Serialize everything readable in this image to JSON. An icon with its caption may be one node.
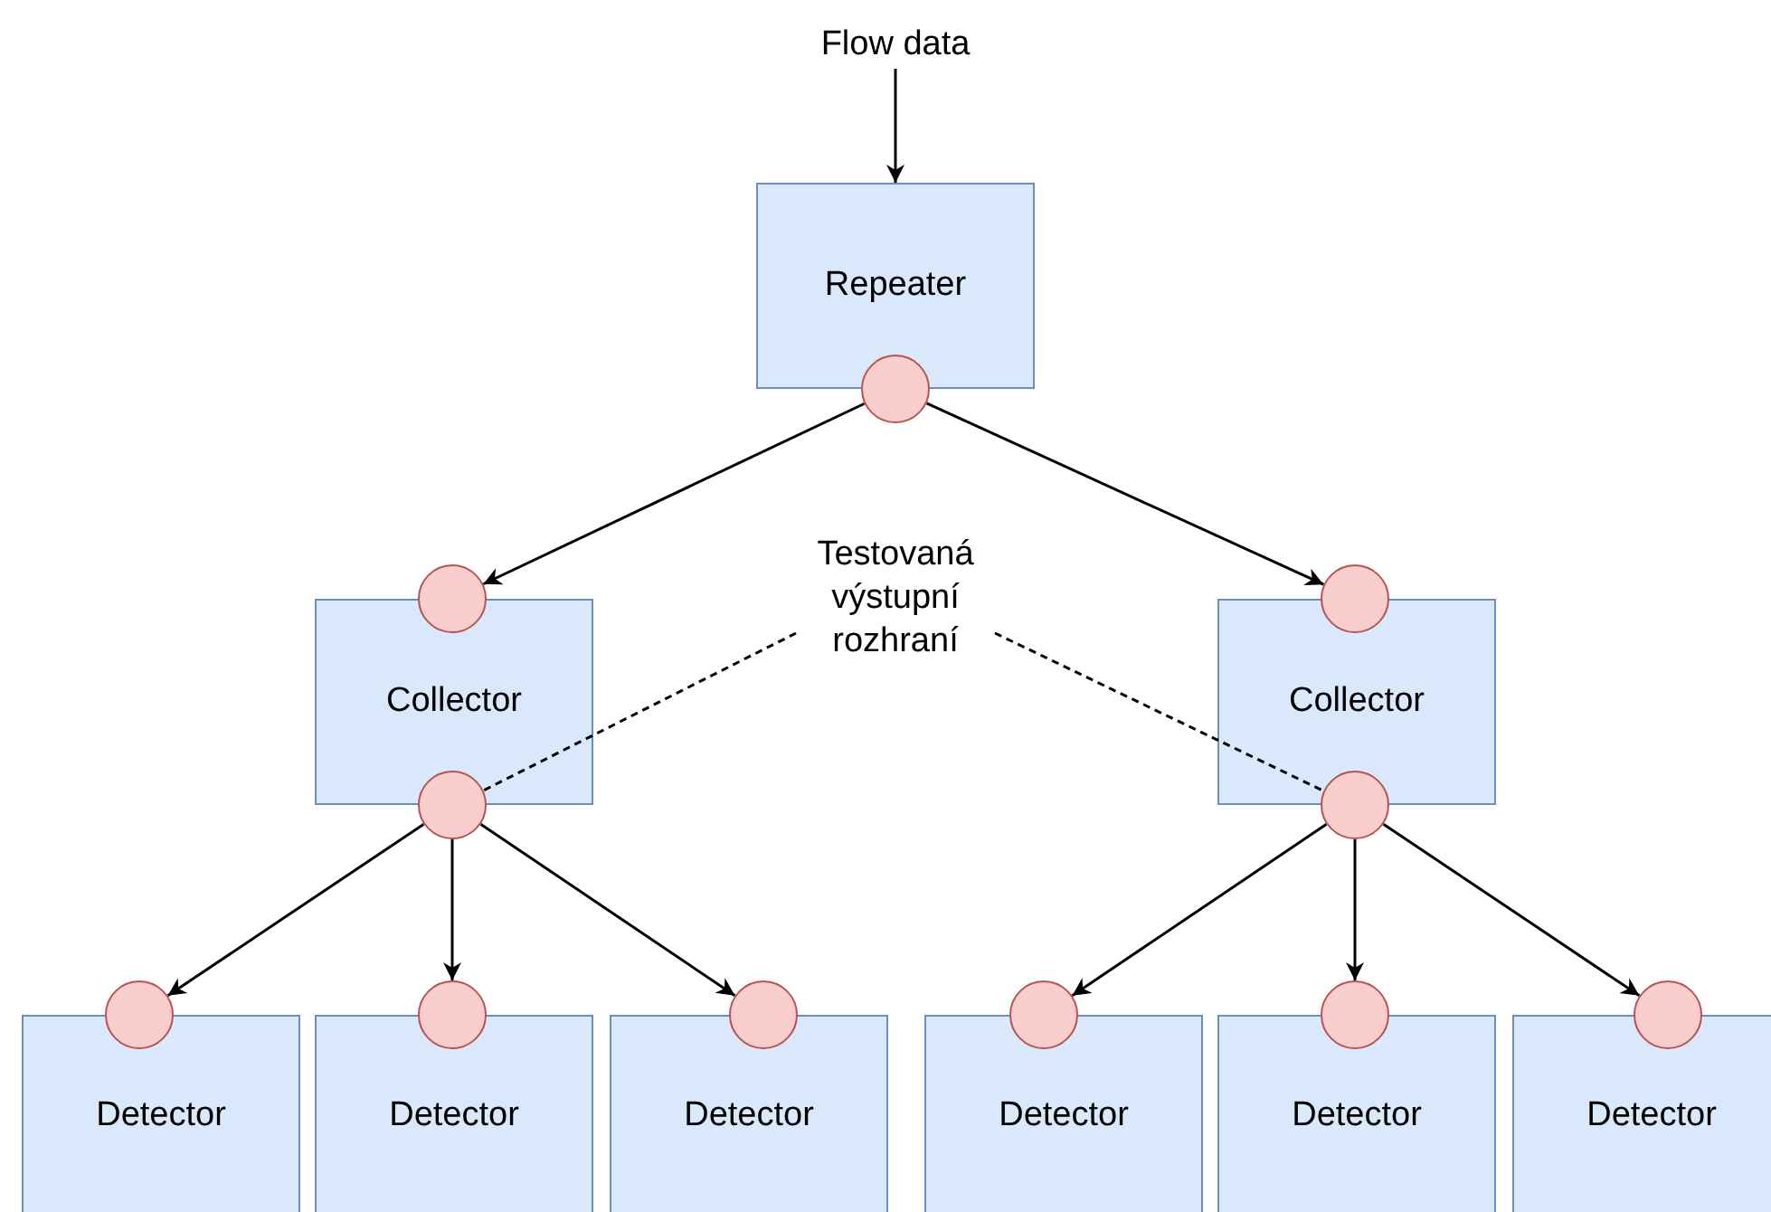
{
  "diagram": {
    "nodes": [
      {
        "text": [
          "Flow data"
        ]
      },
      {
        "text": [
          "Repeater"
        ]
      },
      {
        "text": [],
        "shape": "circle"
      },
      {
        "text": [
          "Testovaná výstupní rozhraní"
        ]
      },
      {
        "text": [
          "Collector"
        ]
      },
      {
        "text": [],
        "shape": "circle"
      },
      {
        "text": [],
        "shape": "circle"
      },
      {
        "text": [
          "Collector"
        ]
      },
      {
        "text": [],
        "shape": "circle"
      },
      {
        "text": [],
        "shape": "circle"
      },
      {
        "text": [
          "Detector"
        ]
      },
      {
        "text": [
          "Detector"
        ]
      },
      {
        "text": [
          "Detector"
        ]
      },
      {
        "text": [
          "Detector"
        ]
      },
      {
        "text": [
          "Detector"
        ]
      },
      {
        "text": [
          "Detector"
        ]
      },
      {
        "text": [],
        "shape": "circle"
      },
      {
        "text": [],
        "shape": "circle"
      },
      {
        "text": [],
        "shape": "circle"
      },
      {
        "text": [],
        "shape": "circle"
      },
      {
        "text": [],
        "shape": "circle"
      },
      {
        "text": [],
        "shape": "circle"
      }
    ],
    "edges": [
      {
        "from": 0,
        "to": 1,
        "arrow": "to"
      },
      {
        "from": 2,
        "to": 5,
        "arrow": "to"
      },
      {
        "from": 2,
        "to": 8,
        "arrow": "to"
      },
      {
        "from": 3,
        "to": 6,
        "arrow": "none",
        "style": "dashed"
      },
      {
        "from": 3,
        "to": 9,
        "arrow": "none",
        "style": "dashed"
      },
      {
        "from": 6,
        "to": 16,
        "arrow": "to"
      },
      {
        "from": 6,
        "to": 17,
        "arrow": "to"
      },
      {
        "from": 6,
        "to": 18,
        "arrow": "to"
      },
      {
        "from": 9,
        "to": 19,
        "arrow": "to"
      },
      {
        "from": 9,
        "to": 20,
        "arrow": "to"
      },
      {
        "from": 9,
        "to": 21,
        "arrow": "to"
      }
    ]
  }
}
